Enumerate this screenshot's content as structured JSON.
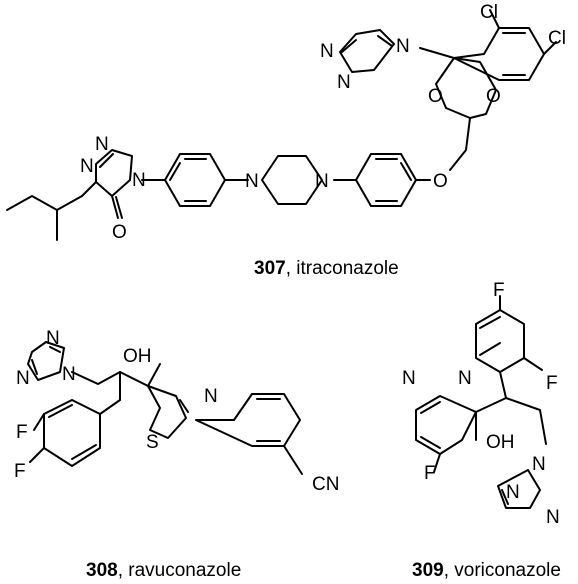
{
  "compounds": [
    {
      "number": "307",
      "name": "itraconazole"
    },
    {
      "number": "308",
      "name": "ravuconazole"
    },
    {
      "number": "309",
      "name": "voriconazole"
    }
  ],
  "caption_separator": ", ",
  "atom_labels": {
    "N": "N",
    "O": "O",
    "Cl": "Cl",
    "F": "F",
    "OH": "OH",
    "S": "S",
    "CN": "CN"
  }
}
